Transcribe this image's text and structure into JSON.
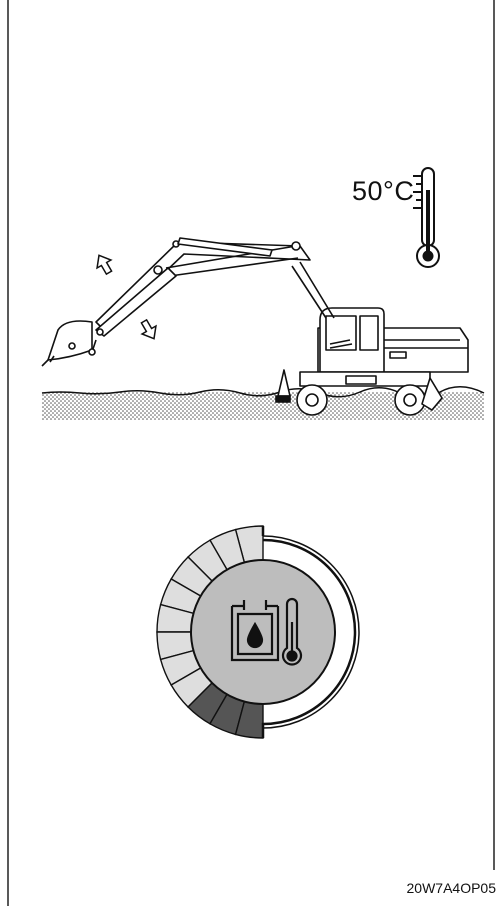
{
  "figure": {
    "temperature_label": "50°C",
    "figure_code": "20W7A4OP05"
  },
  "gauge": {
    "segment_count": 12,
    "hot_segment_count": 3,
    "cool_color": "#dedede",
    "hot_color": "#555555",
    "face_color": "#bdbdbd",
    "icon": "hydraulic-oil-temperature-icon"
  },
  "colors": {
    "line": "#111111",
    "ground": "#c9c9c9"
  }
}
